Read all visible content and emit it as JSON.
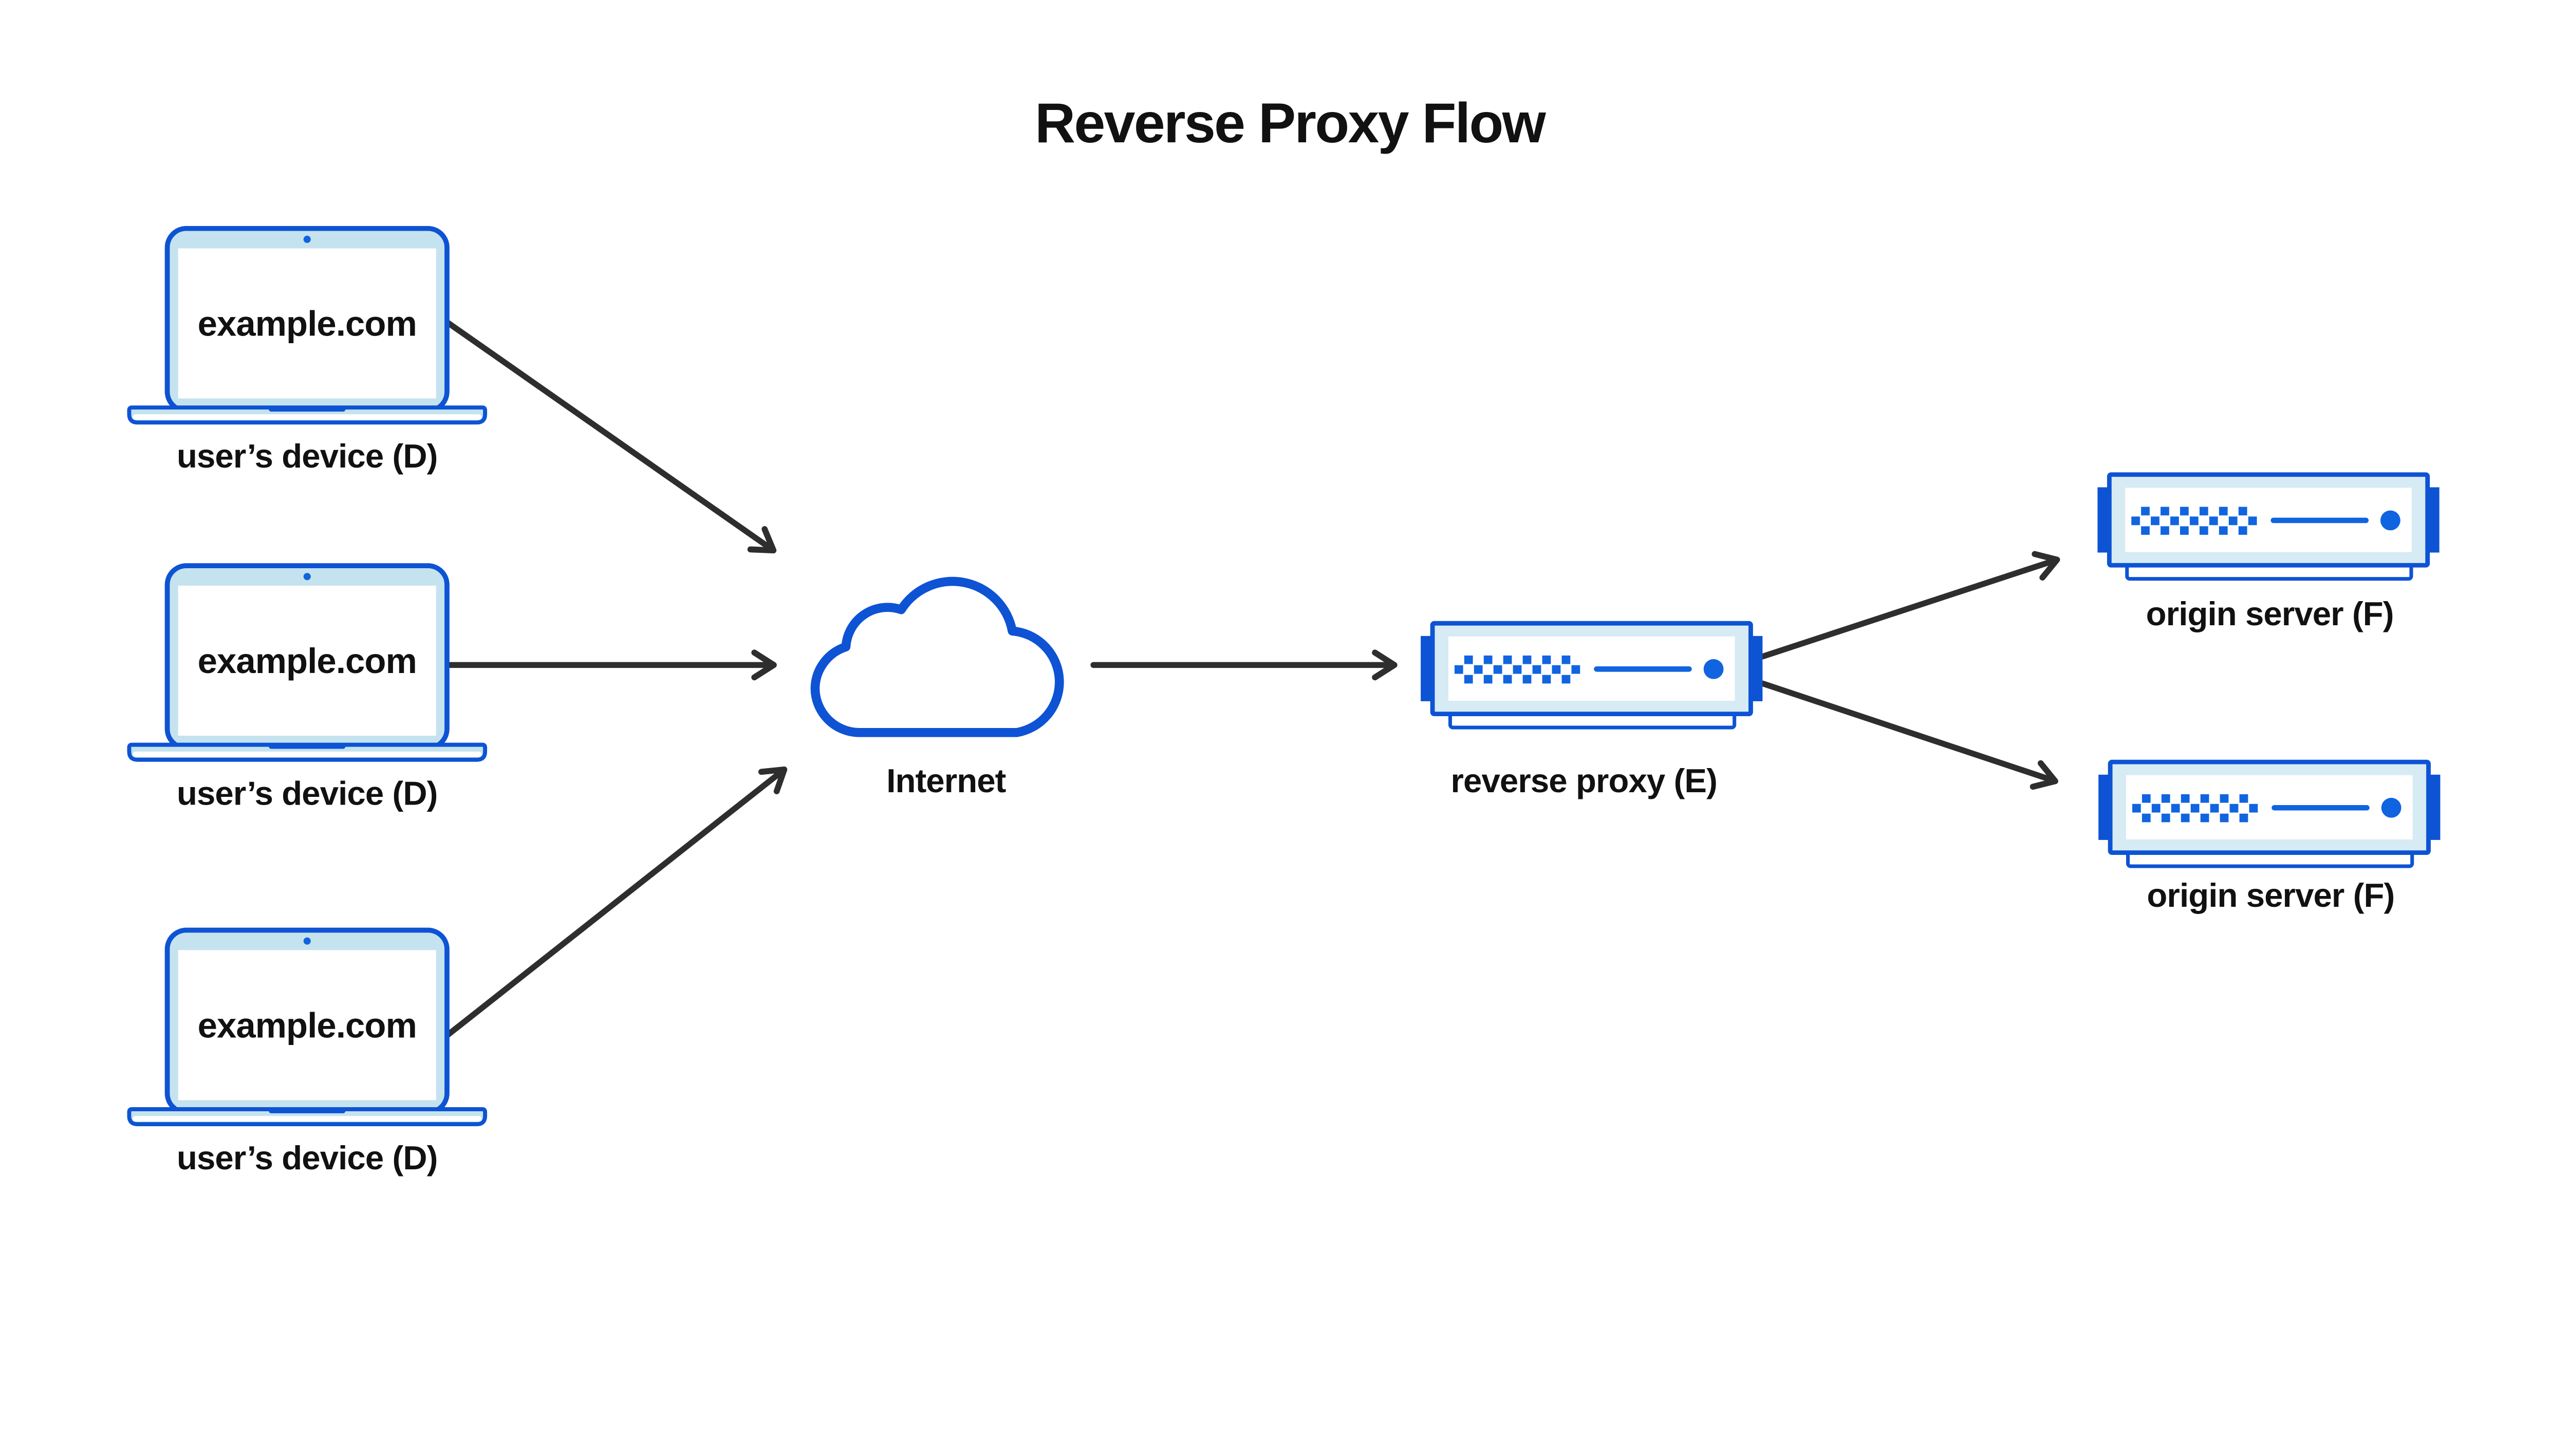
{
  "title": "Reverse Proxy Flow",
  "palette": {
    "outline_blue": "#0d53d4",
    "accent_blue": "#1164df",
    "laptop_bezel": "#c5e3ef",
    "server_bezel": "#d6ebf4",
    "arrow": "#2e2e2e",
    "text": "#111111",
    "background": "#ffffff"
  },
  "icons": {
    "device": "laptop-icon",
    "network": "cloud-icon",
    "proxy": "server-icon",
    "origin": "server-icon"
  },
  "devices": [
    {
      "screen_text": "example.com",
      "label": "user’s device (D)"
    },
    {
      "screen_text": "example.com",
      "label": "user’s device (D)"
    },
    {
      "screen_text": "example.com",
      "label": "user’s device (D)"
    }
  ],
  "internet": {
    "label": "Internet"
  },
  "proxy": {
    "label": "reverse proxy (E)"
  },
  "origins": [
    {
      "label": "origin server (F)"
    },
    {
      "label": "origin server (F)"
    }
  ]
}
